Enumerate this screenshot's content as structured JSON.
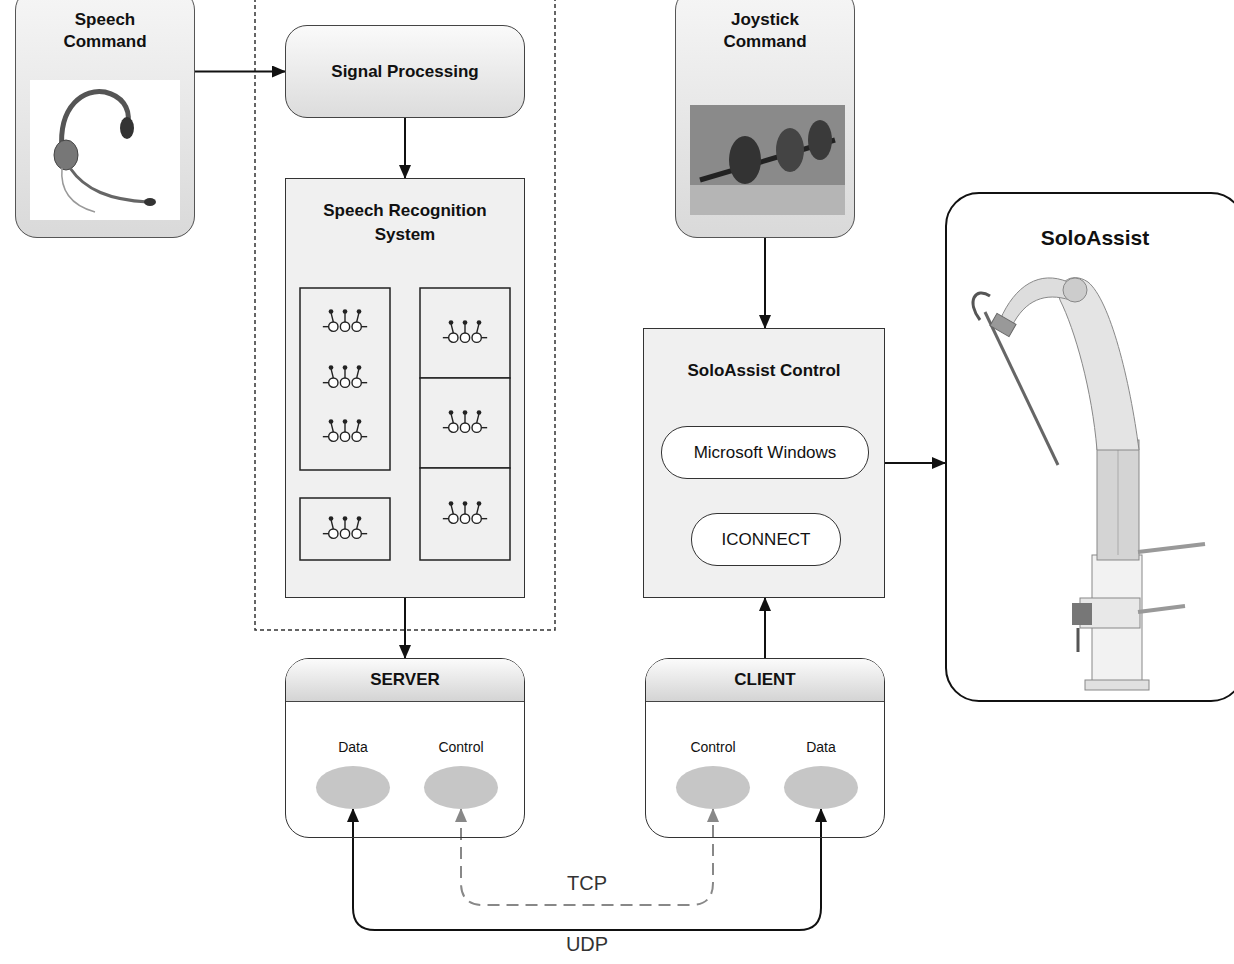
{
  "diagram": {
    "nodes": [
      {
        "text": [
          "Speech Command"
        ]
      },
      {
        "text": [
          "Signal Processing"
        ]
      },
      {
        "text": [
          "Joystick Command"
        ]
      },
      {
        "text": [
          "Speech Recognition System"
        ]
      },
      {
        "text": [
          "SoloAssist Control"
        ]
      },
      {
        "text": [
          "Microsoft Windows"
        ],
        "in": 4
      },
      {
        "text": [
          "ICONNECT"
        ],
        "in": 4
      },
      {
        "text": [
          "SoloAssist"
        ]
      },
      {
        "text": [
          "SERVER"
        ]
      },
      {
        "text": [
          "Data"
        ],
        "in": 8
      },
      {
        "text": [
          "Control"
        ],
        "in": 8
      },
      {
        "text": [
          "CLIENT"
        ]
      },
      {
        "text": [
          "Control"
        ],
        "in": 11
      },
      {
        "text": [
          "Data"
        ],
        "in": 11
      }
    ],
    "edges": [
      {
        "from": 0,
        "to": 1,
        "arrow": "to"
      },
      {
        "from": 1,
        "to": 3,
        "arrow": "to"
      },
      {
        "from": 3,
        "to": 8,
        "arrow": "to"
      },
      {
        "from": 2,
        "to": 4,
        "arrow": "to"
      },
      {
        "from": 11,
        "to": 4,
        "arrow": "to"
      },
      {
        "from": 4,
        "to": 7,
        "arrow": "to"
      },
      {
        "from": 10,
        "to": 12,
        "label": "TCP",
        "arrow": "both"
      },
      {
        "from": 9,
        "to": 13,
        "label": "UDP",
        "arrow": "both"
      }
    ]
  }
}
